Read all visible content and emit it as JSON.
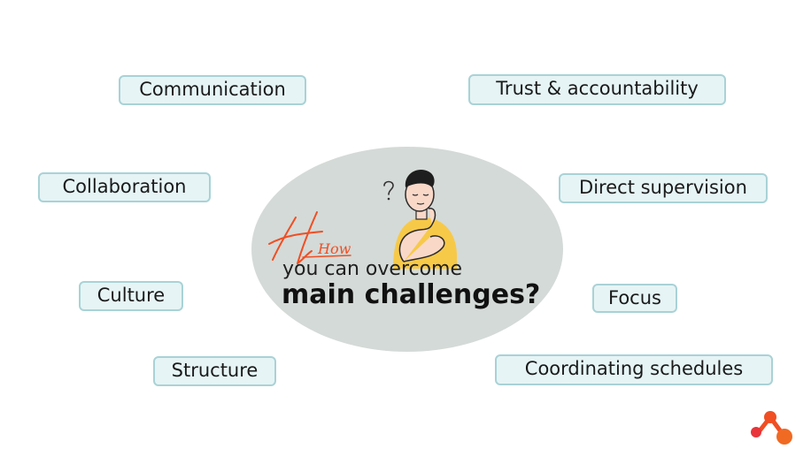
{
  "heading": {
    "script_word": "How",
    "line1": "you can overcome",
    "line2": "main challenges?"
  },
  "challenges": [
    "Communication",
    "Trust & accountability",
    "Collaboration",
    "Direct supervision",
    "Culture",
    "Focus",
    "Structure",
    "Coordinating schedules"
  ],
  "colors": {
    "pill_fill": "#e6f4f5",
    "pill_border": "#a9d2d6",
    "blob": "#d4dad7",
    "accent_orange": "#f04e23",
    "shirt_yellow": "#f7c948"
  },
  "icons": {
    "illustration": "thinking-person-icon",
    "question_mark": "question-mark-icon",
    "logo": "brand-logo-icon"
  }
}
